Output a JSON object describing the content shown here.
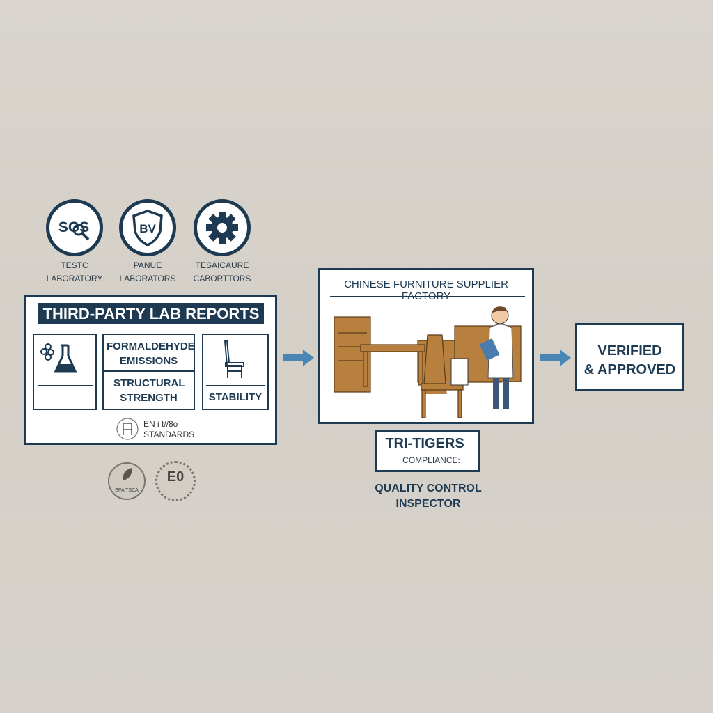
{
  "colors": {
    "navy": "#1d3a52",
    "arrow": "#4a86b5",
    "background": "#d6d2ca",
    "wood": "#b8803f"
  },
  "labs": [
    {
      "icon": "sgs-magnifier-icon",
      "logo_text": "SGS",
      "label_line1": "TESTC",
      "label_line2": "LABORATORY"
    },
    {
      "icon": "bv-shield-icon",
      "logo_text": "BV",
      "label_line1": "PANUE",
      "label_line2": "LABORATORS"
    },
    {
      "icon": "gear-icon",
      "logo_text": "",
      "label_line1": "TESAICAURE",
      "label_line2": "CABORTTORS"
    }
  ],
  "lab_reports": {
    "title": "THIRD-PARTY LAB REPORTS",
    "formaldehyde": "FORMALDEHYDE EMISSIONS",
    "structural": "STRUCTURAL STRENGTH",
    "stability": "STABILITY",
    "standards_line1": "EN i t//8o",
    "standards_line2": "STANDARDS"
  },
  "seals": [
    {
      "icon": "leaf-seal-icon",
      "text": "EPA TSCA"
    },
    {
      "icon": "e0-seal-icon",
      "text": "E0"
    }
  ],
  "factory": {
    "title": "CHINESE FURNITURE SUPPLIER FACTORY"
  },
  "compliance": {
    "title": "TRI-TIGERS",
    "subtitle": "COMPLIANCE:"
  },
  "inspector": {
    "line1": "QUALITY CONTROL",
    "line2": "INSPECTOR"
  },
  "result": {
    "line1": "VERIFIED",
    "line2": "& APPROVED"
  }
}
